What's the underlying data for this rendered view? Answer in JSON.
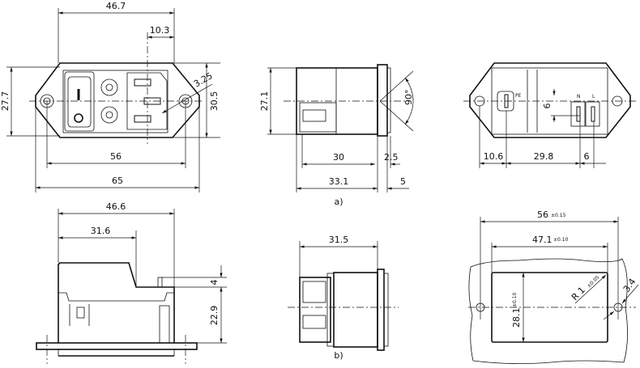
{
  "title": "Power entry module dimension drawing",
  "front_view": {
    "width_46_7": "46.7",
    "offset_10_3": "10.3",
    "height_27_7": "27.7",
    "height_30_5": "30.5",
    "hole_3_25": "3.25",
    "hole_spacing_56": "56",
    "overall_65": "65"
  },
  "side_view_a": {
    "height_27_1": "27.1",
    "depth_30": "30",
    "flange_2_5": "2.5",
    "depth_33_1": "33.1",
    "panel_5": "5",
    "angle": "90°",
    "caption": "a)"
  },
  "back_view": {
    "pe_label": "PE",
    "n_label": "N",
    "l_label": "L",
    "pin_offset_6": "6",
    "dim_10_6": "10.6",
    "dim_29_8": "29.8",
    "dim_6": "6"
  },
  "bottom_view": {
    "width_46_6": "46.6",
    "width_31_6": "31.6",
    "height_4": "4",
    "height_22_9": "22.9"
  },
  "side_view_b": {
    "depth_31_5": "31.5",
    "caption": "b)"
  },
  "panel_cutout": {
    "hole_spacing": "56",
    "hole_spacing_tol": "±0.15",
    "cutout_width": "47.1",
    "cutout_width_tol": "±0.10",
    "cutout_height": "28.1",
    "cutout_height_tol": "±0.10",
    "radius": "R 1",
    "radius_tol": "±0.05",
    "hole_dia": "3.4"
  }
}
